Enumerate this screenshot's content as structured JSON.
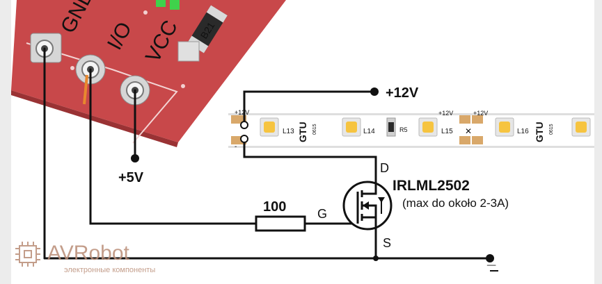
{
  "board": {
    "silk_labels": [
      "GND",
      "I/O",
      "VCC"
    ],
    "resistor_code": "B21"
  },
  "strip": {
    "pad_label_plus": "+12V",
    "pad_label_minus": "-",
    "gtu_labels": [
      "GTU",
      "GTU"
    ],
    "code_labels": [
      "0615",
      "0615"
    ],
    "led_labels": [
      "L13",
      "L14",
      "L15",
      "L16"
    ],
    "resistor_label": "R5",
    "cut_labels": [
      "+12V",
      "+12V"
    ]
  },
  "schematic": {
    "supply_label": "+12V",
    "logic_supply_label": "+5V",
    "resistor_value": "100",
    "gate_label": "G",
    "drain_label": "D",
    "source_label": "S",
    "mosfet_name": "IRLML2502",
    "mosfet_note": "(max do około 2-3A)",
    "ground_label": "_"
  },
  "watermark": {
    "brand": "AVRobot",
    "tagline": "электронные компоненты"
  },
  "colors": {
    "board_red": "#c8484a",
    "wire": "#111111",
    "gate_wire_orange": "#e8882e",
    "led_yellow": "#f6c440",
    "watermark": "#b98c76"
  }
}
